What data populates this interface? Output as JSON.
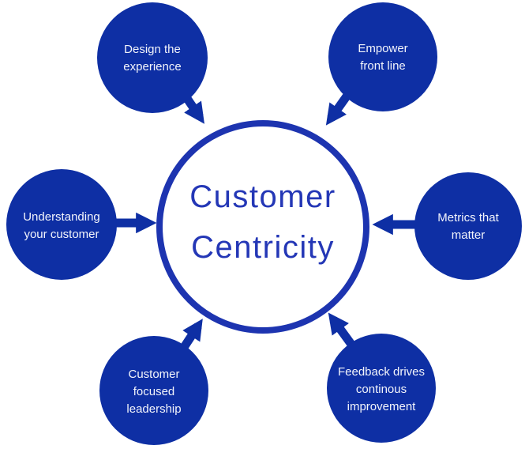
{
  "title": "Customer Centricity diagram",
  "colors": {
    "satellite_blue": "#0e2fa4",
    "ring_blue": "#1d34b0",
    "center_text_blue": "#2437b6",
    "label_white": "#f2f4fb",
    "background": "#ffffff"
  },
  "center": {
    "lines": [
      "Customer",
      "Centricity"
    ]
  },
  "satellites": [
    {
      "id": "design-the-experience",
      "lines": [
        "Design the",
        "experience"
      ]
    },
    {
      "id": "empower-front-line",
      "lines": [
        "Empower",
        "front line"
      ]
    },
    {
      "id": "understanding-your-customer",
      "lines": [
        "Understanding",
        "your customer"
      ]
    },
    {
      "id": "metrics-that-matter",
      "lines": [
        "Metrics that",
        "matter"
      ]
    },
    {
      "id": "customer-focused-leadership",
      "lines": [
        "Customer",
        "focused",
        "leadership"
      ]
    },
    {
      "id": "feedback-drives-improvement",
      "lines": [
        "Feedback drives",
        "continous",
        "improvement"
      ]
    }
  ]
}
